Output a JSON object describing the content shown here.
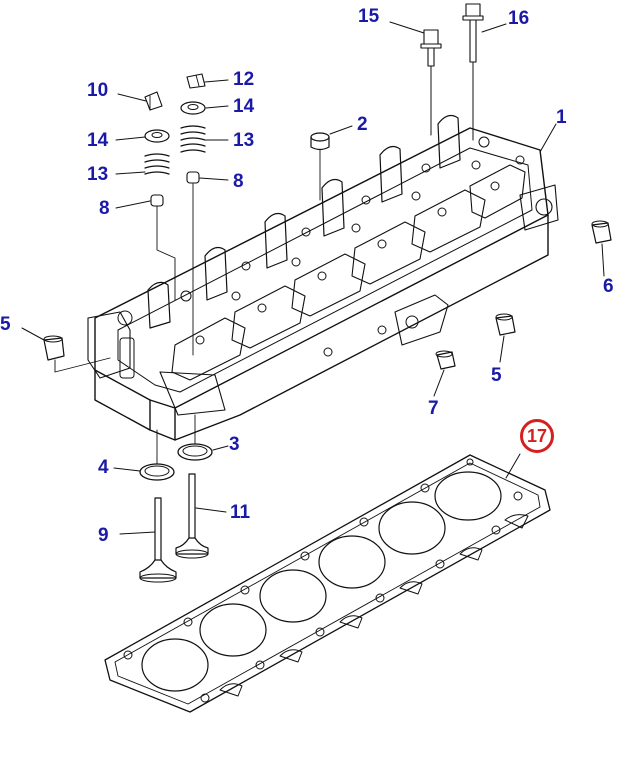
{
  "diagram": {
    "colors": {
      "line": "#111111",
      "callout": "#1a1aa6",
      "highlight": "#d42020"
    },
    "callouts": [
      {
        "id": "c15",
        "label": "15"
      },
      {
        "id": "c16",
        "label": "16"
      },
      {
        "id": "c10",
        "label": "10"
      },
      {
        "id": "c12",
        "label": "12"
      },
      {
        "id": "c14a",
        "label": "14"
      },
      {
        "id": "c14b",
        "label": "14"
      },
      {
        "id": "c13a",
        "label": "13"
      },
      {
        "id": "c13b",
        "label": "13"
      },
      {
        "id": "c2",
        "label": "2"
      },
      {
        "id": "c1",
        "label": "1"
      },
      {
        "id": "c8a",
        "label": "8"
      },
      {
        "id": "c8b",
        "label": "8"
      },
      {
        "id": "c6",
        "label": "6"
      },
      {
        "id": "c5a",
        "label": "5"
      },
      {
        "id": "c5b",
        "label": "5"
      },
      {
        "id": "c7",
        "label": "7"
      },
      {
        "id": "c17",
        "label": "17",
        "highlighted": true
      },
      {
        "id": "c3",
        "label": "3"
      },
      {
        "id": "c4",
        "label": "4"
      },
      {
        "id": "c11",
        "label": "11"
      },
      {
        "id": "c9",
        "label": "9"
      }
    ]
  }
}
